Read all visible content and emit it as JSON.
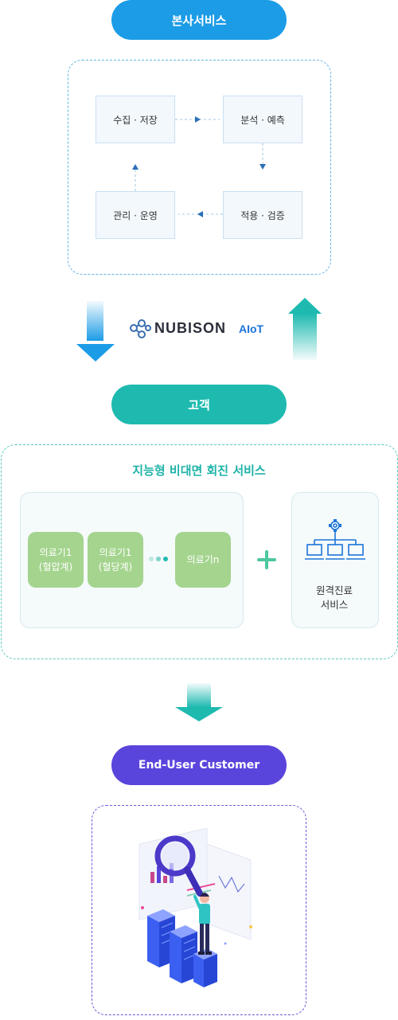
{
  "headquarters": {
    "title": "본사서비스",
    "steps": [
      "수집 · 저장",
      "분석 · 예측",
      "적용 · 검증",
      "관리 · 운영"
    ]
  },
  "brand": {
    "name": "NUBISON",
    "suffix": "AIoT"
  },
  "customer": {
    "title": "고객",
    "service_title": "지능형 비대면 회진 서비스",
    "devices": [
      {
        "line1": "의료기1",
        "line2": "(혈압계)"
      },
      {
        "line1": "의료기1",
        "line2": "(혈당계)"
      },
      {
        "line1": "의료기n",
        "line2": ""
      }
    ],
    "remote": {
      "line1": "원격진료",
      "line2": "서비스"
    }
  },
  "end_user": {
    "title": "End-User Customer"
  },
  "colors": {
    "hq_blue": "#1c9ce6",
    "customer_teal": "#1ebab0",
    "end_user_purple": "#5a45dc",
    "device_green": "#a4d48e"
  }
}
